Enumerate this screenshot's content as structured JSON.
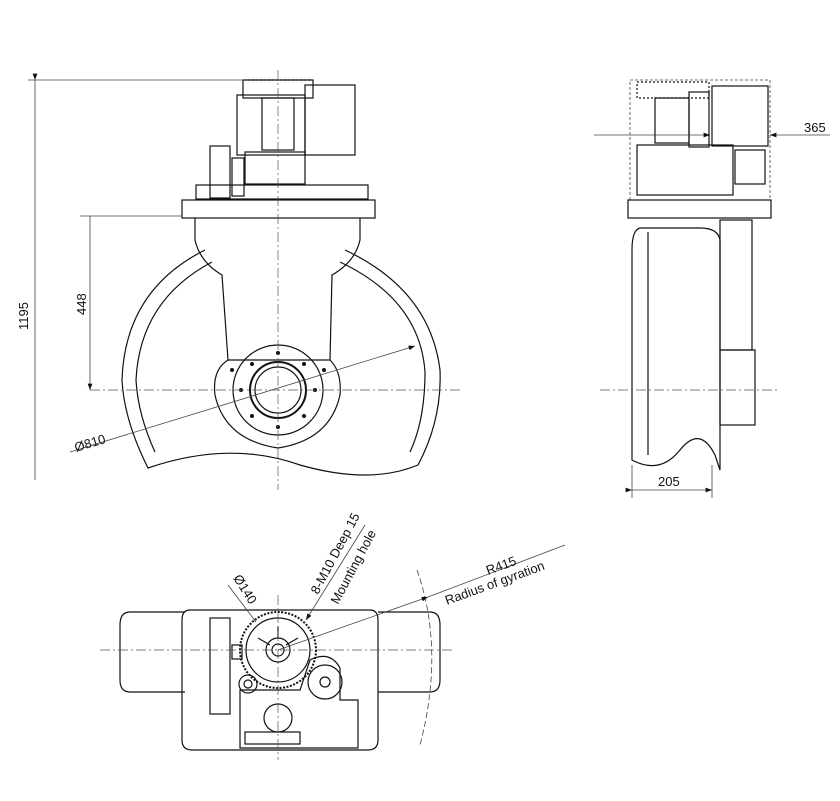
{
  "dimensions": {
    "overall_height": "1195",
    "axle_height": "448",
    "wheel_diameter": "Ø810",
    "offset": "365",
    "wheel_width": "205",
    "flange_diameter": "Ø140",
    "mounting_hole_spec": "8-M10 Deep 15",
    "mounting_hole_label": "Mounting hole",
    "gyration_radius": "R415",
    "gyration_label": "Radius of gyration"
  }
}
